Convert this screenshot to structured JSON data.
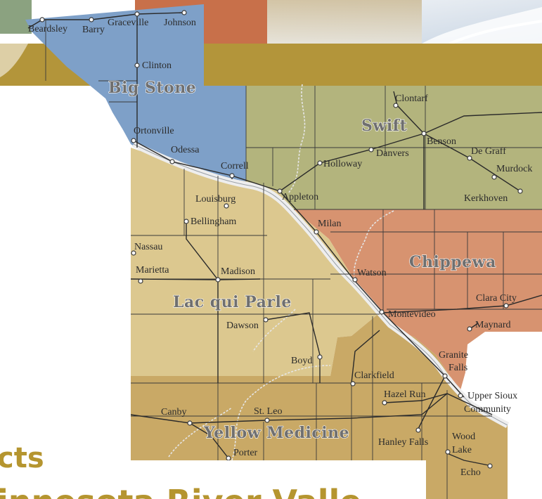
{
  "map": {
    "colors": {
      "big_stone": "#7ea0c8",
      "swift": "#b3b47d",
      "chippewa": "#d79370",
      "lac_qui_parle": "#dcc88f",
      "yellow_medicine": "#c9a966",
      "gold_band": "#b3953a",
      "orange_tab": "#c8704a",
      "river": "#e8e8e8",
      "title": "#b5952f"
    },
    "counties": [
      {
        "id": "big_stone",
        "label": "Big Stone"
      },
      {
        "id": "swift",
        "label": "Swift"
      },
      {
        "id": "chippewa",
        "label": "Chippewa"
      },
      {
        "id": "lac_qui_parle",
        "label": "Lac qui Parle"
      },
      {
        "id": "yellow_medicine",
        "label": "Yellow Medicine"
      }
    ],
    "towns": [
      {
        "id": "beardsley",
        "label": "Beardsley"
      },
      {
        "id": "barry",
        "label": "Barry"
      },
      {
        "id": "graceville",
        "label": "Graceville"
      },
      {
        "id": "johnson",
        "label": "Johnson"
      },
      {
        "id": "clinton",
        "label": "Clinton"
      },
      {
        "id": "ortonville",
        "label": "Ortonville"
      },
      {
        "id": "odessa",
        "label": "Odessa"
      },
      {
        "id": "correll",
        "label": "Correll"
      },
      {
        "id": "clontarf",
        "label": "Clontarf"
      },
      {
        "id": "benson",
        "label": "Benson"
      },
      {
        "id": "de_graff",
        "label": "De Graff"
      },
      {
        "id": "murdock",
        "label": "Murdock"
      },
      {
        "id": "kerkhoven",
        "label": "Kerkhoven"
      },
      {
        "id": "danvers",
        "label": "Danvers"
      },
      {
        "id": "holloway",
        "label": "Holloway"
      },
      {
        "id": "appleton",
        "label": "Appleton"
      },
      {
        "id": "louisburg",
        "label": "Louisburg"
      },
      {
        "id": "bellingham",
        "label": "Bellingham"
      },
      {
        "id": "milan",
        "label": "Milan"
      },
      {
        "id": "nassau",
        "label": "Nassau"
      },
      {
        "id": "marietta",
        "label": "Marietta"
      },
      {
        "id": "madison",
        "label": "Madison"
      },
      {
        "id": "watson",
        "label": "Watson"
      },
      {
        "id": "clara_city",
        "label": "Clara City"
      },
      {
        "id": "montevideo",
        "label": "Montevideo"
      },
      {
        "id": "maynard",
        "label": "Maynard"
      },
      {
        "id": "dawson",
        "label": "Dawson"
      },
      {
        "id": "boyd",
        "label": "Boyd"
      },
      {
        "id": "granite_falls_1",
        "label": "Granite"
      },
      {
        "id": "granite_falls_2",
        "label": "Falls"
      },
      {
        "id": "clarkfield",
        "label": "Clarkfield"
      },
      {
        "id": "hazel_run",
        "label": "Hazel Run"
      },
      {
        "id": "upper_sioux_1",
        "label": "Upper Sioux"
      },
      {
        "id": "upper_sioux_2",
        "label": "Community"
      },
      {
        "id": "canby",
        "label": "Canby"
      },
      {
        "id": "st_leo",
        "label": "St. Leo"
      },
      {
        "id": "hanley_falls",
        "label": "Hanley Falls"
      },
      {
        "id": "wood_lake_1",
        "label": "Wood"
      },
      {
        "id": "wood_lake_2",
        "label": "Lake"
      },
      {
        "id": "porter",
        "label": "Porter"
      },
      {
        "id": "echo",
        "label": "Echo"
      }
    ]
  },
  "title": {
    "line1": "cts",
    "line2": "innesota River Valle"
  }
}
